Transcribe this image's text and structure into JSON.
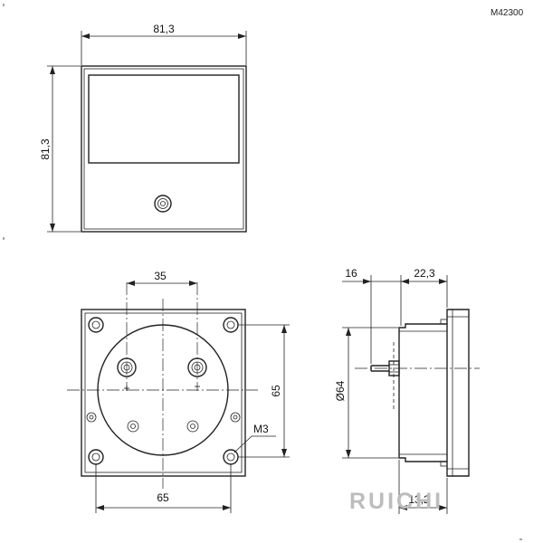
{
  "drawing": {
    "code": "M42300",
    "brand": "RUICHI"
  },
  "front_view": {
    "width_label": "81,3",
    "height_label": "81,3"
  },
  "rear_view": {
    "terminal_spacing_label": "35",
    "hole_spacing_vertical_label": "65",
    "hole_spacing_horizontal_label": "65",
    "thread_label": "M3",
    "plus_symbol": "+",
    "minus_symbol": "−"
  },
  "side_view": {
    "terminal_length_label": "16",
    "body_depth_label": "22,3",
    "diameter_label": "Ø64",
    "flange_label": "13,2"
  }
}
